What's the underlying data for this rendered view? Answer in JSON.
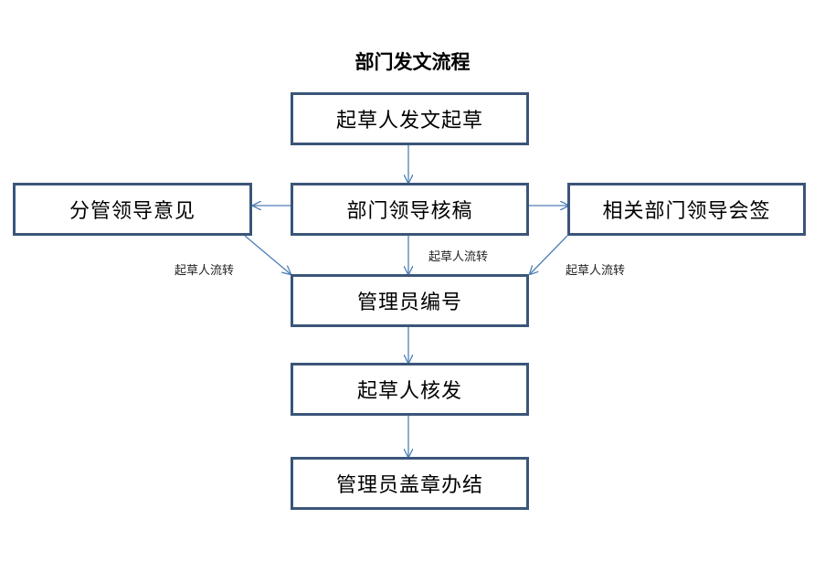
{
  "diagram": {
    "title": "部门发文流程",
    "nodes": {
      "draft": "起草人发文起草",
      "dept_review": "部门领导核稿",
      "supervisor_opinion": "分管领导意见",
      "related_countersign": "相关部门领导会签",
      "admin_number": "管理员编号",
      "drafter_issue": "起草人核发",
      "admin_seal": "管理员盖章办结"
    },
    "edge_labels": {
      "left": "起草人流转",
      "center": "起草人流转",
      "right": "起草人流转"
    },
    "colors": {
      "box_border": "#3b5579",
      "arrow": "#4f7fb5"
    }
  }
}
